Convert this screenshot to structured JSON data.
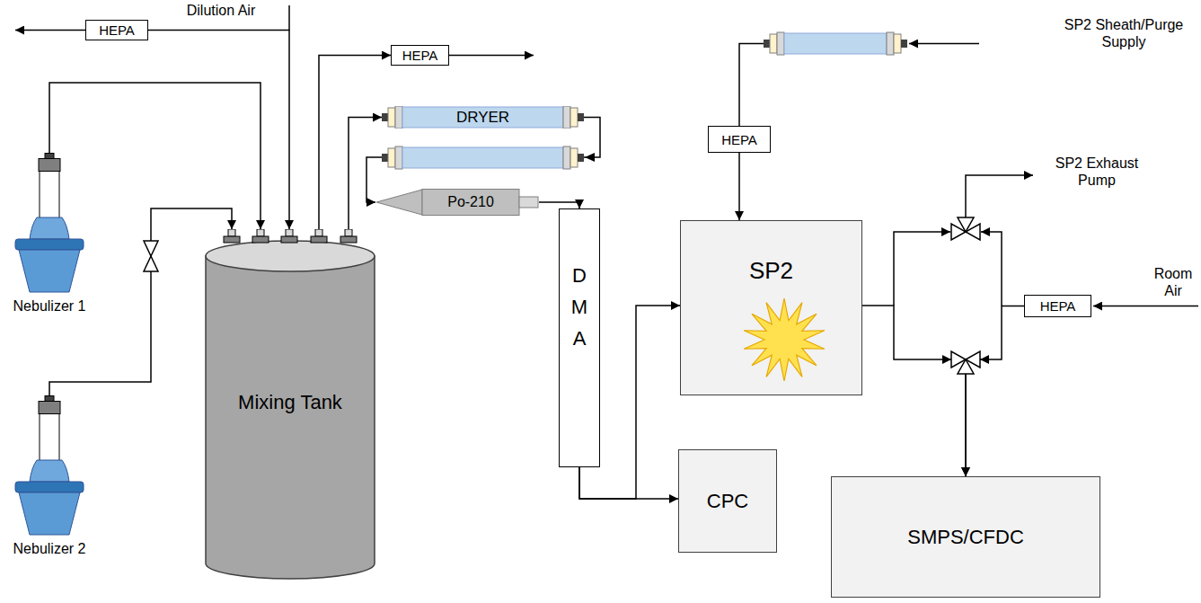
{
  "diagram": {
    "nodes": [
      {
        "text": [
          "HEPA"
        ]
      },
      {
        "text": [
          "HEPA"
        ]
      },
      {
        "text": [
          "DRYER"
        ]
      },
      {
        "text": [
          "Nebulizer 1"
        ]
      },
      {
        "text": [
          "Mixing Tank"
        ]
      },
      {
        "text": [
          "Po-210"
        ]
      },
      {
        "text": [
          "HEPA"
        ]
      },
      {
        "text": [
          "DMA"
        ]
      },
      {
        "text": [
          "SP2"
        ]
      },
      {
        "text": [
          "HEPA"
        ]
      },
      {
        "text": [
          "Nebulizer 2"
        ]
      },
      {
        "text": [
          "CPC"
        ]
      },
      {
        "text": [
          "SMPS/CFDC"
        ]
      }
    ],
    "edges": [
      {
        "from": 3,
        "to": 4,
        "arrow": "to"
      },
      {
        "from": 10,
        "to": 4,
        "arrow": "to"
      },
      {
        "from": 0,
        "to": 4,
        "arrow": "to"
      },
      {
        "from": 4,
        "to": 1,
        "arrow": "to"
      },
      {
        "from": 4,
        "to": 2,
        "arrow": "to"
      },
      {
        "from": 2,
        "to": 5,
        "arrow": "to"
      },
      {
        "from": 5,
        "to": 7,
        "arrow": "to"
      },
      {
        "from": 7,
        "to": 8,
        "arrow": "to"
      },
      {
        "from": 7,
        "to": 11,
        "arrow": "to"
      },
      {
        "from": 6,
        "to": 8,
        "arrow": "to"
      },
      {
        "from": 8,
        "to": 12,
        "arrow": "to"
      },
      {
        "from": 9,
        "to": 12,
        "arrow": "to"
      }
    ],
    "labels": [
      "Dilution Air",
      "SP2 Sheath/Purge Supply",
      "SP2 Exhaust Pump",
      "Room Air"
    ]
  }
}
